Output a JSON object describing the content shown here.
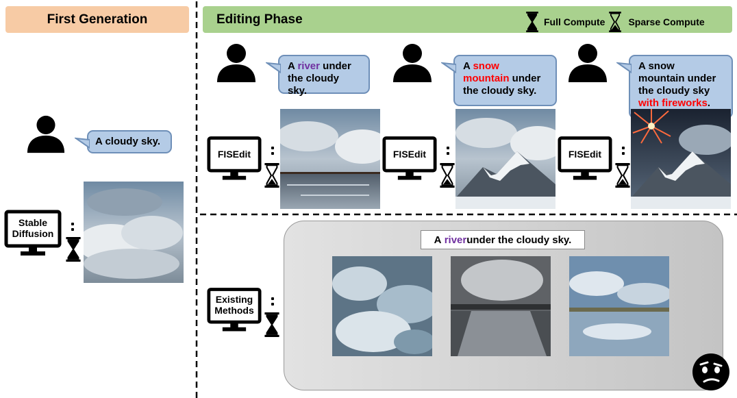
{
  "first_generation": {
    "title": "First Generation",
    "prompt": "A cloudy sky.",
    "model_line1": "Stable",
    "model_line2": "Diffusion"
  },
  "editing": {
    "title": "Editing Phase",
    "legend_full": "Full Compute",
    "legend_sparse": "Sparse Compute",
    "steps": [
      {
        "pre": "A ",
        "hl": "river",
        "post": " under the cloudy sky.",
        "model": "FISEdit"
      },
      {
        "pre": "A ",
        "hl": "snow mountain",
        "post": " under the cloudy sky.",
        "model": "FISEdit"
      },
      {
        "pre": "A snow mountain under the cloudy sky ",
        "hl": "with fireworks",
        "post": ".",
        "model": "FISEdit"
      }
    ]
  },
  "existing": {
    "model_line1": "Existing",
    "model_line2": "Methods",
    "prompt_pre": "A ",
    "prompt_hl": "river",
    "prompt_post": " under the cloudy sky."
  },
  "colors": {
    "first_banner": "#f7cba5",
    "edit_banner": "#a9d18e",
    "bubble": "#b4cbe6",
    "highlight_purple": "#7030a0",
    "highlight_red": "#ff0000",
    "panel_gray": "#cccccc"
  },
  "icons": [
    "person-icon",
    "monitor-icon",
    "hourglass-full-icon",
    "hourglass-sparse-icon",
    "confused-face-icon"
  ]
}
